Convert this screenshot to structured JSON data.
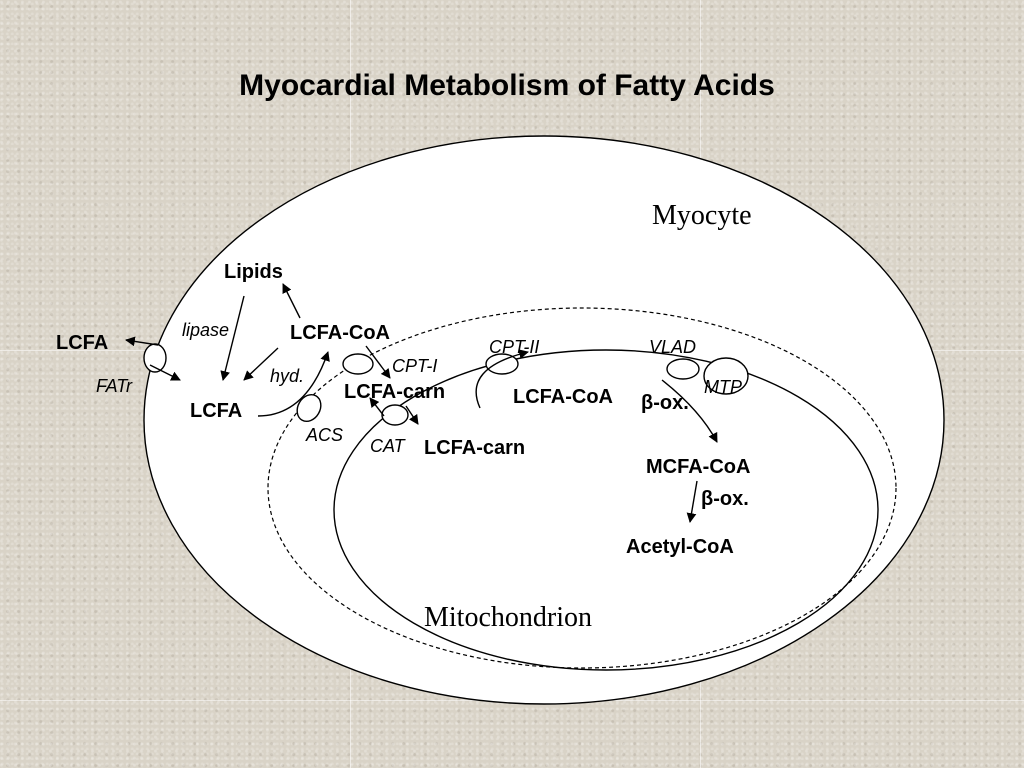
{
  "title": "Myocardial Metabolism of Fatty Acids",
  "regions": {
    "myocyte": "Myocyte",
    "mitochondrion": "Mitochondrion"
  },
  "metabolites": {
    "lcfa_outside": "LCFA",
    "lcfa_inside": "LCFA",
    "lipids": "Lipids",
    "lcfa_coa_cyto": "LCFA-CoA",
    "lcfa_carn_ims": "LCFA-carn",
    "lcfa_carn_matrix": "LCFA-carn",
    "lcfa_coa_matrix": "LCFA-CoA",
    "beta_ox_1": "β-ox.",
    "mcfa_coa": "MCFA-CoA",
    "beta_ox_2": "β-ox.",
    "acetyl_coa": "Acetyl-CoA"
  },
  "enzymes": {
    "fatr": "FATr",
    "lipase": "lipase",
    "hyd": "hyd.",
    "acs": "ACS",
    "cpt1": "CPT-I",
    "cat": "CAT",
    "cpt2": "CPT-II",
    "vlad": "VLAD",
    "mtp": "MTP"
  }
}
